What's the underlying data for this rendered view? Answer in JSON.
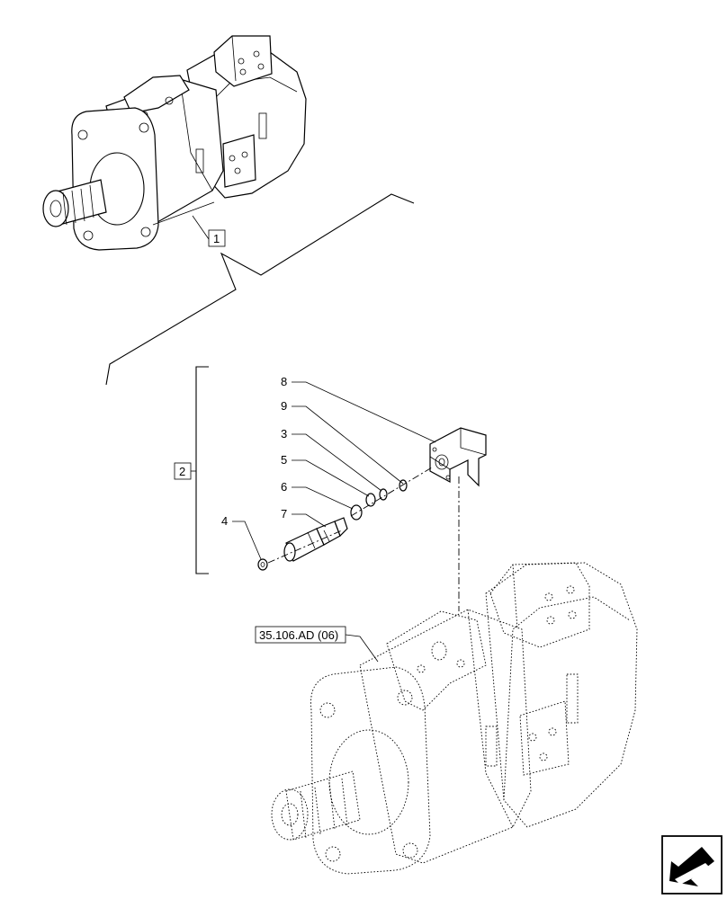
{
  "callouts": {
    "assembly_ref": "1",
    "group_ref": "2",
    "cross_reference": "35.106.AD (06)"
  },
  "part_numbers": [
    "8",
    "9",
    "3",
    "5",
    "6",
    "7",
    "4"
  ],
  "nav_icon": "next-page-arrow-icon"
}
